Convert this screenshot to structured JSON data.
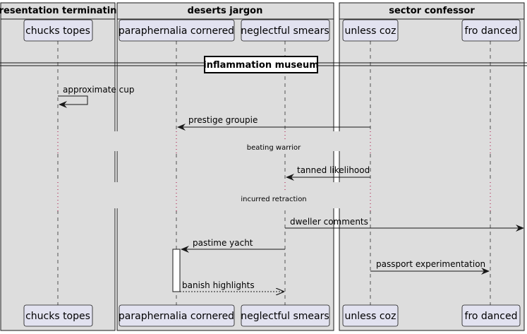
{
  "boxes": [
    {
      "title": "presentation terminating"
    },
    {
      "title": "deserts jargon"
    },
    {
      "title": "sector confessor"
    }
  ],
  "participants": [
    {
      "label": "chucks topes"
    },
    {
      "label": "paraphernalia cornered"
    },
    {
      "label": "neglectful smears"
    },
    {
      "label": "unless coz"
    },
    {
      "label": "fro danced"
    }
  ],
  "divider": {
    "label": "inflammation museum"
  },
  "messages": [
    {
      "label": "approximate cup",
      "from": "chucks topes",
      "to": "chucks topes",
      "style": "solid"
    },
    {
      "label": "prestige groupie",
      "from": "unless coz",
      "to": "paraphernalia cornered",
      "style": "solid"
    },
    {
      "label": "tanned likelihood",
      "from": "unless coz",
      "to": "neglectful smears",
      "style": "solid"
    },
    {
      "label": "dweller comments",
      "from": "neglectful smears",
      "to": "outside",
      "style": "solid"
    },
    {
      "label": "pastime yacht",
      "from": "neglectful smears",
      "to": "paraphernalia cornered",
      "style": "solid"
    },
    {
      "label": "passport experimentation",
      "from": "unless coz",
      "to": "fro danced",
      "style": "solid"
    },
    {
      "label": "banish highlights",
      "from": "paraphernalia cornered",
      "to": "neglectful smears",
      "style": "dashed"
    }
  ],
  "delays": [
    {
      "label": "beating warrior"
    },
    {
      "label": "incurred retraction"
    }
  ],
  "colors": {
    "box_fill": "#dddddd",
    "participant_fill": "#e2e2f0",
    "participant_stroke": "#181818",
    "lifeline": "#181818",
    "delay_dots": "#a80036",
    "activation_fill": "#ffffff"
  }
}
